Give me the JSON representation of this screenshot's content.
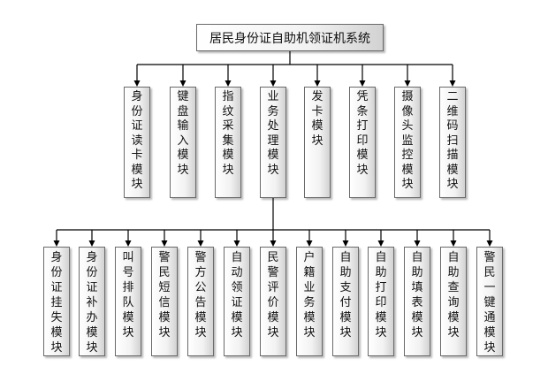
{
  "diagram": {
    "root": {
      "label": "居民身份证自助机领证机系统"
    },
    "level1": [
      {
        "label": "身份证读卡模块"
      },
      {
        "label": "键盘输入模块"
      },
      {
        "label": "指纹采集模块"
      },
      {
        "label": "业务处理模块"
      },
      {
        "label": "发卡模块"
      },
      {
        "label": "凭条打印模块"
      },
      {
        "label": "摄像头监控模块"
      },
      {
        "label": "二维码扫描模块"
      }
    ],
    "level2": [
      {
        "label": "身份证挂失模块"
      },
      {
        "label": "身份证补办模块"
      },
      {
        "label": "叫号排队模块"
      },
      {
        "label": "警民短信模块"
      },
      {
        "label": "警方公告模块"
      },
      {
        "label": "自动领证模块"
      },
      {
        "label": "民警评价模块"
      },
      {
        "label": "户籍业务模块"
      },
      {
        "label": "自助支付模块"
      },
      {
        "label": "自助打印模块"
      },
      {
        "label": "自助填表模块"
      },
      {
        "label": "自助查询模块"
      },
      {
        "label": "警民一键通模块"
      }
    ]
  },
  "colors": {
    "line": "#000000",
    "border": "#6a6a6a"
  }
}
